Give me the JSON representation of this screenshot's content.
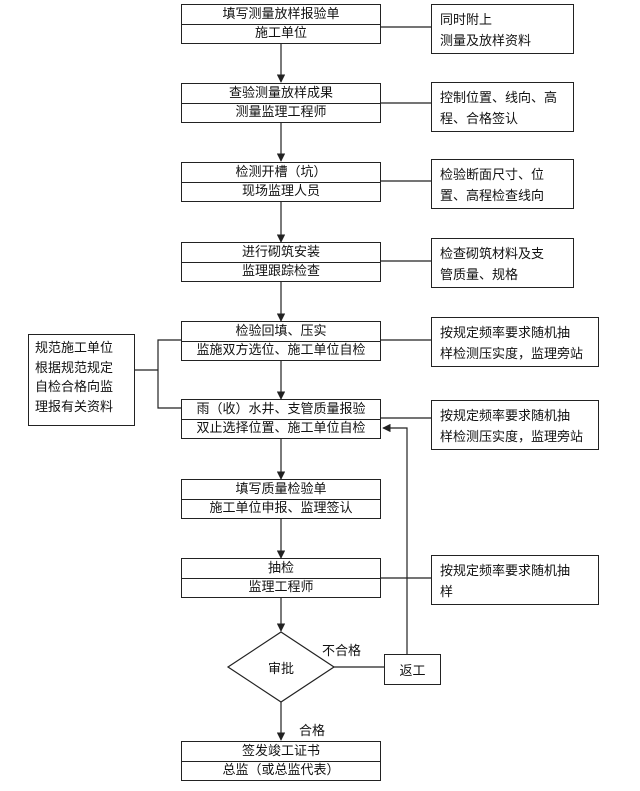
{
  "steps": [
    {
      "top": "填写测量放样报验单",
      "bottom": "施工单位"
    },
    {
      "top": "查验测量放样成果",
      "bottom": "测量监理工程师"
    },
    {
      "top": "检测开槽（坑）",
      "bottom": "现场监理人员"
    },
    {
      "top": "进行砌筑安装",
      "bottom": "监理跟踪检查"
    },
    {
      "top": "检验回填、压实",
      "bottom": "监施双方选位、施工单位自检"
    },
    {
      "top": "雨（收）水井、支管质量报验",
      "bottom": "双止选择位置、施工单位自检"
    },
    {
      "top": "填写质量检验单",
      "bottom": "施工单位申报、监理签认"
    },
    {
      "top": "抽检",
      "bottom": "监理工程师"
    },
    {
      "top": "签发竣工证书",
      "bottom": "总监（或总监代表）"
    }
  ],
  "notes": [
    [
      "同时附上",
      "测量及放样资料"
    ],
    [
      "控制位置、线向、高",
      "程、合格签认"
    ],
    [
      "检验断面尺寸、位",
      "置、高程检查线向"
    ],
    [
      "检查砌筑材料及支",
      "管质量、规格"
    ],
    [
      "按规定频率要求随机抽",
      "样检测压实度，监理旁站"
    ],
    [
      "按规定频率要求随机抽",
      "样检测压实度，监理旁站"
    ],
    [
      "按规定频率要求随机抽",
      "样"
    ]
  ],
  "left_note": [
    "规范施工单位",
    "根据规范规定",
    "自检合格向监",
    "理报有关资料"
  ],
  "decision": "审批",
  "fail_label": "不合格",
  "rework": "返工",
  "pass_label": "合格"
}
